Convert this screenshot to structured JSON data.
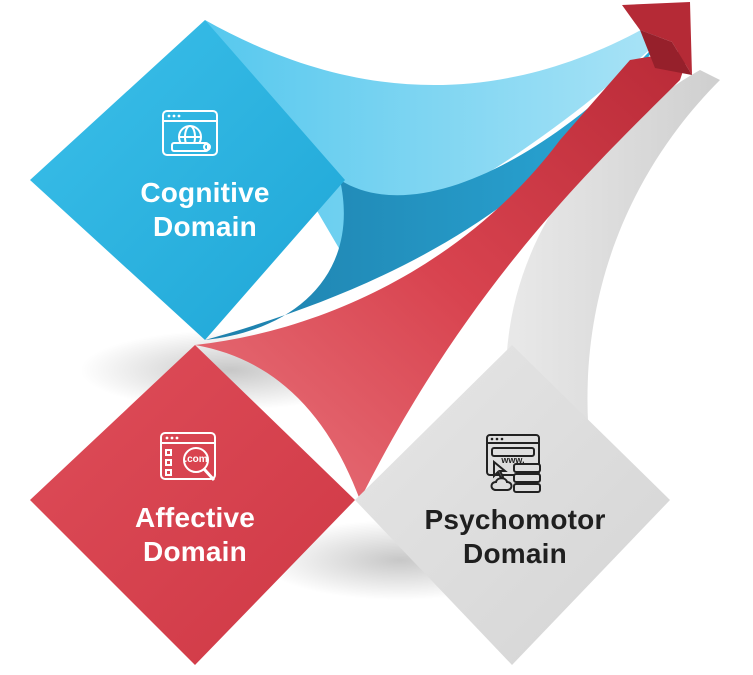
{
  "domains": {
    "cognitive": {
      "line1": "Cognitive",
      "line2": "Domain",
      "icon": "browser-globe-icon",
      "color": "#2fb6e3"
    },
    "affective": {
      "line1": "Affective",
      "line2": "Domain",
      "icon": "browser-dotcom-search-icon",
      "color": "#d9434f"
    },
    "psychomotor": {
      "line1": "Psychomotor",
      "line2": "Domain",
      "icon": "browser-cursor-server-icon",
      "color": "#dedede"
    }
  },
  "icons": {
    "dotcom_text": ".com",
    "www_text": "www."
  },
  "arrow": {
    "color": "#c5323f",
    "icon": "upward-curved-arrow"
  }
}
